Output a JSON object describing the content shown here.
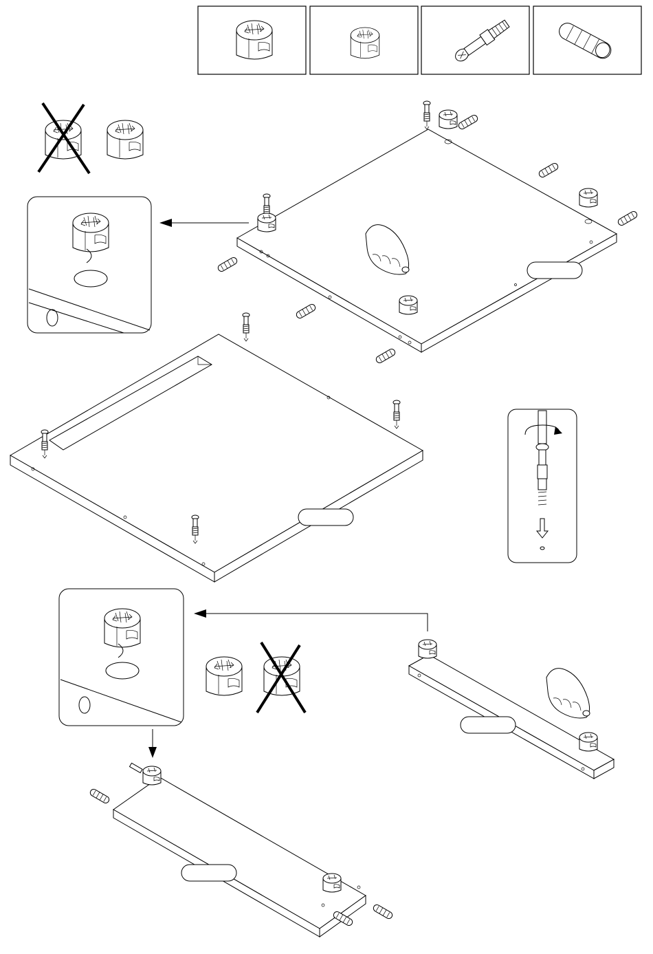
{
  "parts": [
    {
      "id": "cam-lock-large",
      "icon": "cam-lock-icon"
    },
    {
      "id": "cam-lock-small",
      "icon": "cam-lock-icon"
    },
    {
      "id": "connector-bolt",
      "icon": "connector-bolt-icon"
    },
    {
      "id": "wooden-dowel",
      "icon": "wooden-dowel-icon"
    }
  ],
  "panels": [
    {
      "id": "top-panel",
      "label": ""
    },
    {
      "id": "bottom-panel",
      "label": ""
    },
    {
      "id": "shelf-panel",
      "label": ""
    },
    {
      "id": "side-panel",
      "label": ""
    }
  ],
  "colors": {
    "line": "#000000",
    "background": "#ffffff"
  }
}
